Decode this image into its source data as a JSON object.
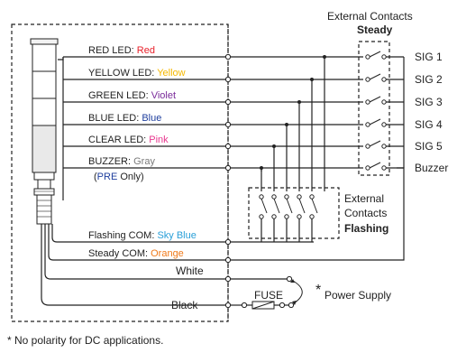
{
  "header": {
    "external_contacts": "External Contacts",
    "steady": "Steady"
  },
  "signals": [
    {
      "label": "RED LED: ",
      "color_name": "Red",
      "color": "#e8202a",
      "sig": "SIG 1"
    },
    {
      "label": "YELLOW LED: ",
      "color_name": "Yellow",
      "color": "#f5b800",
      "sig": "SIG 2"
    },
    {
      "label": "GREEN LED: ",
      "color_name": "Violet",
      "color": "#7a2b9a",
      "sig": "SIG 3"
    },
    {
      "label": "BLUE LED: ",
      "color_name": "Blue",
      "color": "#1f3f9e",
      "sig": "SIG 4"
    },
    {
      "label": "CLEAR LED: ",
      "color_name": "Pink",
      "color": "#e8388f",
      "sig": "SIG 5"
    },
    {
      "label": "BUZZER: ",
      "color_name": "Gray",
      "color": "#7a7a7a",
      "sig": "Buzzer"
    }
  ],
  "pre_note": {
    "open": "(",
    "pre": "PRE",
    "rest": " Only)",
    "pre_color": "#1f3f9e"
  },
  "flashing_box": {
    "line1": "External",
    "line2": "Contacts",
    "line3": "Flashing"
  },
  "commons": [
    {
      "prefix": "Flashing ",
      "com": "COM",
      "sep": ": ",
      "color_name": "Sky Blue",
      "color": "#2a9fd8"
    },
    {
      "prefix": "Steady ",
      "com": "COM",
      "sep": ": ",
      "color_name": "Orange",
      "color": "#f07a1a"
    }
  ],
  "power": {
    "white": "White",
    "black": "Black",
    "fuse": "FUSE",
    "star": "*",
    "power_supply": "Power Supply"
  },
  "footnote": {
    "star": "*",
    "text": " No polarity for DC applications."
  }
}
